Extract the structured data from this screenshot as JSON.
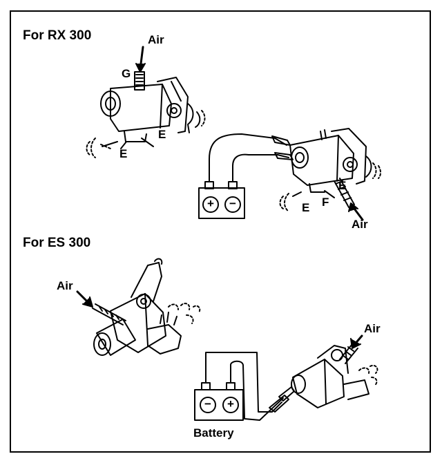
{
  "sections": [
    {
      "heading": "For RX 300",
      "labels": {
        "air_top": "Air",
        "g": "G",
        "e_right": "E",
        "e_left": "E",
        "e_bottom": "E",
        "f": "F",
        "e_side": "E",
        "air_bottom": "Air"
      },
      "battery": {
        "terminal_left": "+",
        "terminal_right": "−"
      }
    },
    {
      "heading": "For ES 300",
      "labels": {
        "air_left": "Air",
        "air_right": "Air"
      },
      "battery": {
        "terminal_left": "−",
        "terminal_right": "+",
        "label": "Battery"
      }
    }
  ]
}
